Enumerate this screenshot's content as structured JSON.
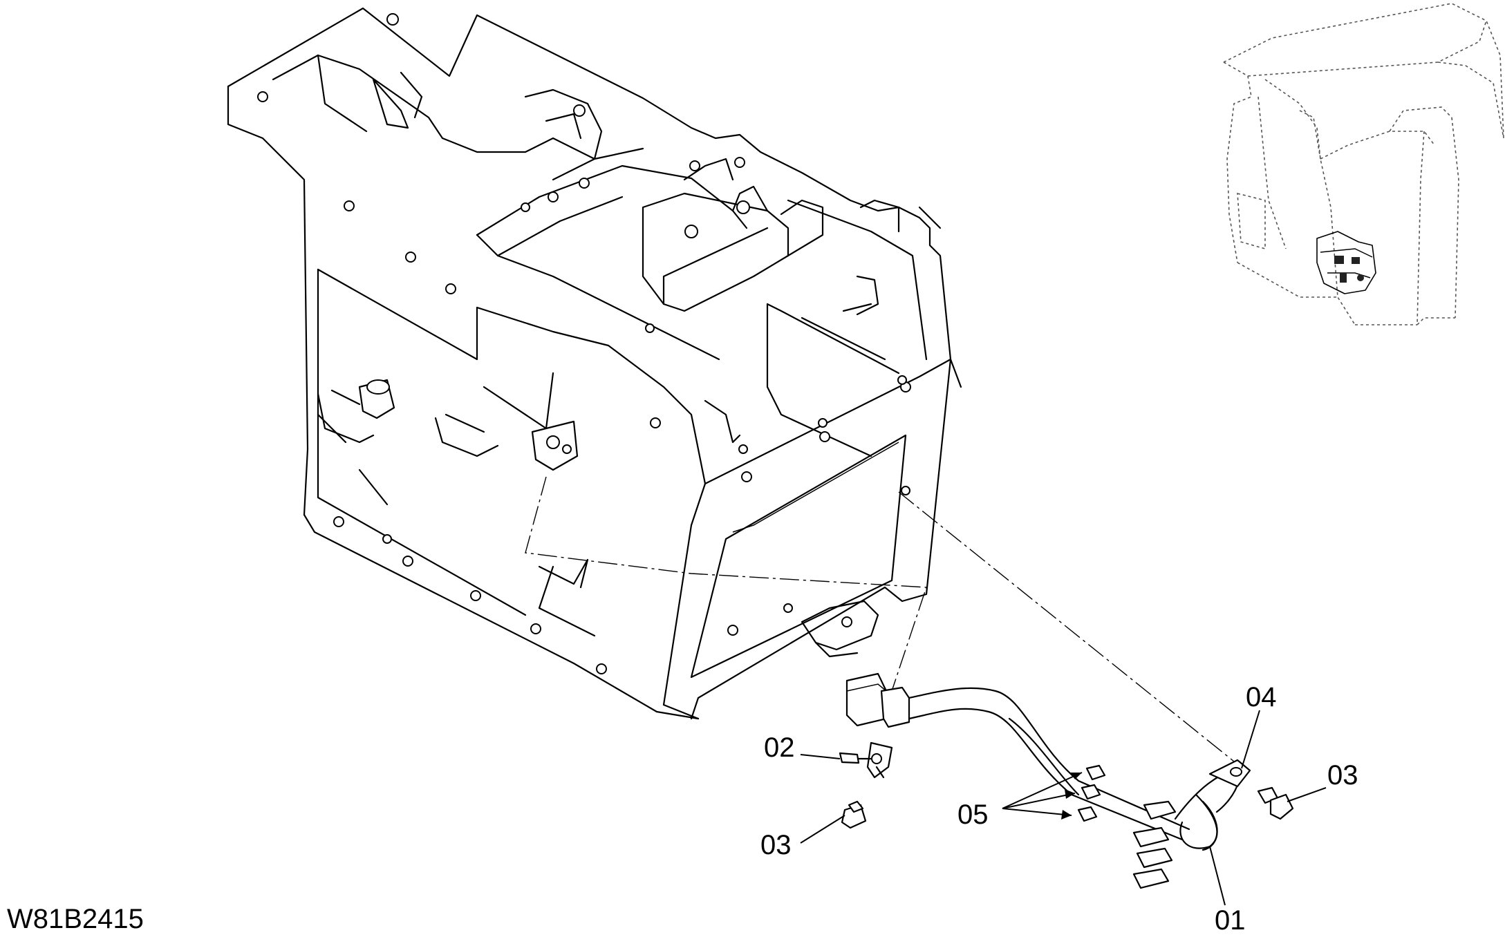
{
  "drawing_code": "W81B2415",
  "callouts": {
    "c01": "01",
    "c02": "02",
    "c03_left": "03",
    "c03_right": "03",
    "c04": "04",
    "c05": "05"
  }
}
